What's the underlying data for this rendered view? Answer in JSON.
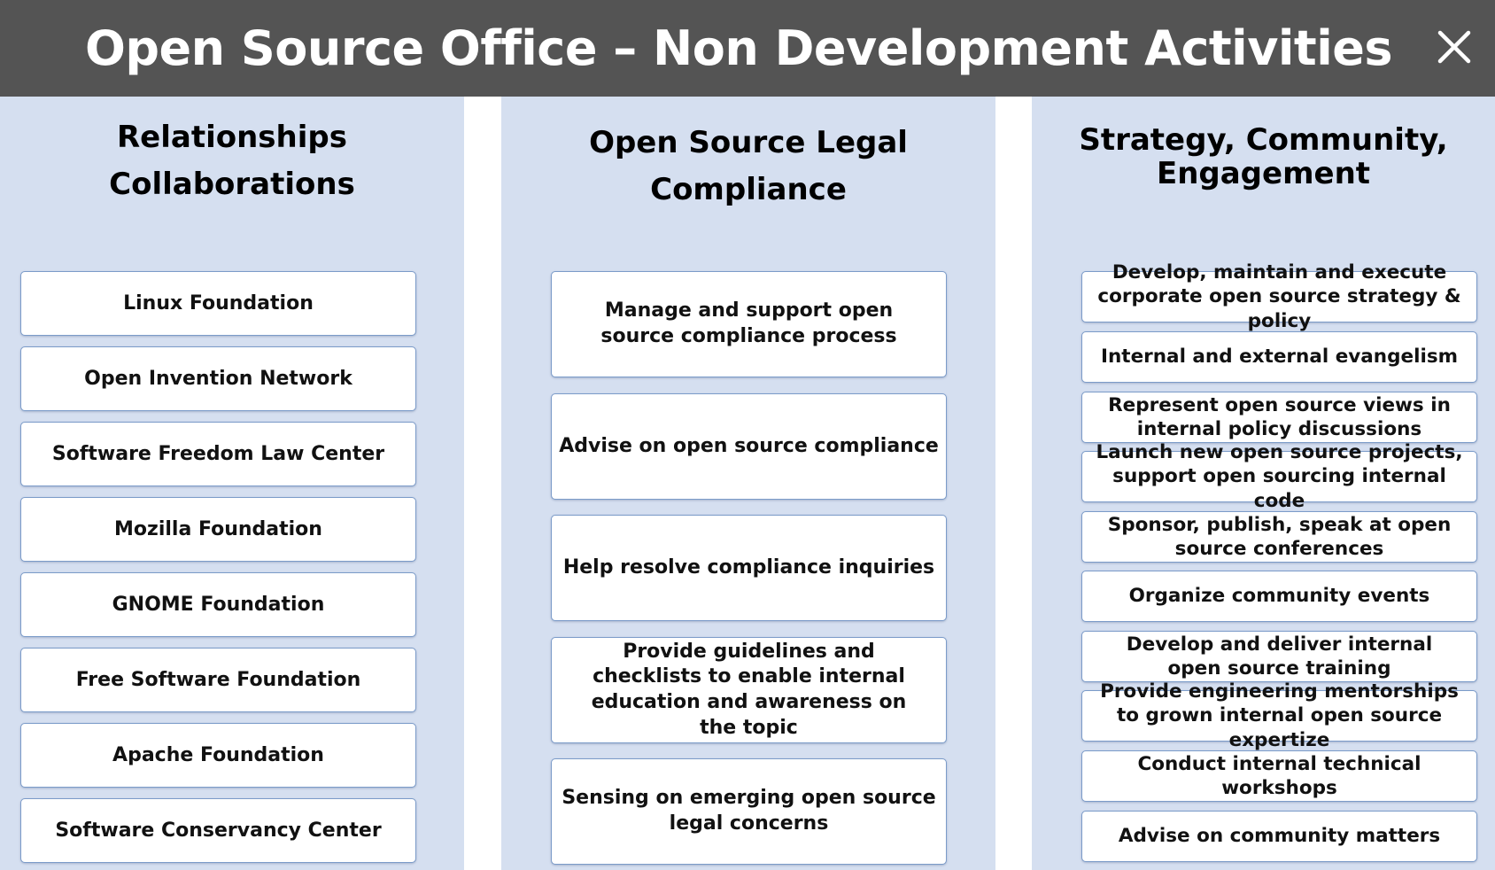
{
  "header": {
    "title": "Open Source Office – Non Development Activities",
    "close_label": "✕"
  },
  "columns": [
    {
      "heading_lines": [
        "Relationships",
        "Collaborations"
      ],
      "items": [
        "Linux Foundation",
        "Open Invention Network",
        "Software Freedom Law Center",
        "Mozilla Foundation",
        "GNOME Foundation",
        "Free Software Foundation",
        "Apache Foundation",
        "Software Conservancy Center"
      ]
    },
    {
      "heading_lines": [
        "Open Source Legal",
        "Compliance"
      ],
      "items": [
        "Manage and support open source compliance process",
        "Advise on open source compliance",
        "Help resolve compliance inquiries",
        "Provide guidelines and checklists to enable internal education and awareness on the topic",
        "Sensing on emerging open source legal concerns"
      ]
    },
    {
      "heading_lines": [
        "Strategy, Community,",
        "Engagement"
      ],
      "items": [
        "Develop, maintain and execute corporate open source strategy & policy",
        "Internal and external evangelism",
        "Represent open source views in internal policy discussions",
        "Launch new open source projects, support open sourcing internal code",
        "Sponsor, publish, speak at open source conferences",
        "Organize community events",
        "Develop and deliver internal open source training",
        "Provide engineering mentorships to grown internal open source expertize",
        "Conduct internal technical workshops",
        "Advise on community matters"
      ]
    }
  ],
  "colors": {
    "header_bg": "#545454",
    "column_bg": "#d5dff0",
    "box_border": "#7b9bc9"
  }
}
